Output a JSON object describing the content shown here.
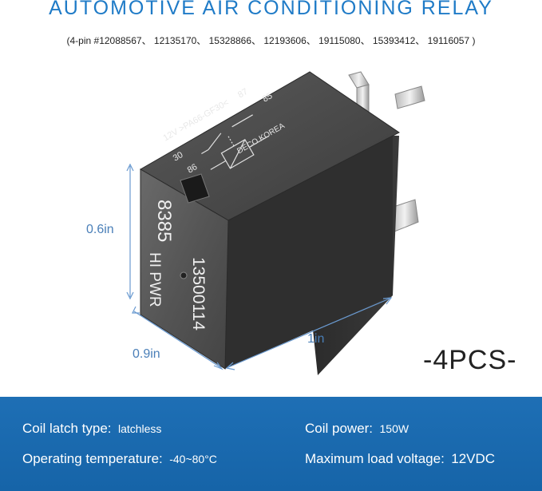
{
  "header": {
    "title": "AUTOMOTIVE AIR CONDITIONING RELAY",
    "subtitle": "(4-pin #12088567、 12135170、 15328866、 12193606、 19115080、 15393412、 19116057 )"
  },
  "product": {
    "top_face": {
      "voltage_text": "12V >PA66-GF30<",
      "pin_87": "87",
      "pin_85": "85",
      "pin_30": "30",
      "pin_86": "86",
      "maker": "DECO KOREA"
    },
    "front_face": {
      "code": "8385",
      "label": "HI PWR",
      "part_number": "13500114"
    }
  },
  "dimensions": {
    "height": "0.6in",
    "depth": "0.9in",
    "width": "1in"
  },
  "quantity": "-4PCS-",
  "specs": {
    "coil_latch": {
      "label": "Coil latch type:",
      "value": "latchless"
    },
    "coil_power": {
      "label": "Coil power:",
      "value": "150W"
    },
    "operating_temp": {
      "label": "Operating temperature:",
      "value": "-40~80°C"
    },
    "max_load_voltage": {
      "label": "Maximum load voltage:",
      "value": "12VDC"
    }
  },
  "colors": {
    "accent": "#1f7bc7",
    "spec_band": "#1e6fb5",
    "dimension": "#4a7fb8",
    "relay_body": "#4a4a4a"
  }
}
